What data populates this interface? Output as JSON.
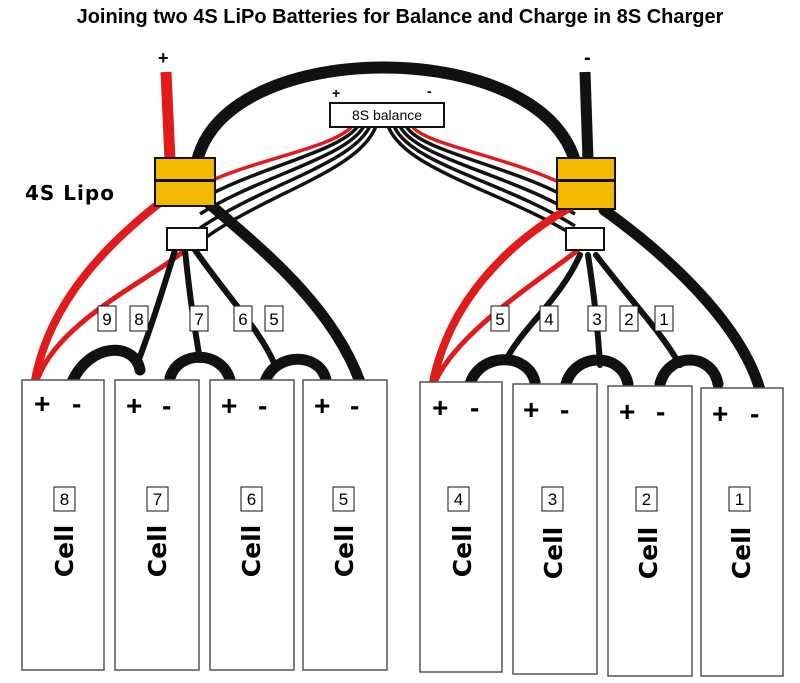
{
  "title": "Joining two 4S LiPo Batteries for Balance and Charge in 8S Charger",
  "battery_label": "4S Lipo",
  "main_plus": "+",
  "main_minus": "-",
  "balance_connector": {
    "label": "8S balance",
    "plus": "+",
    "minus": "-"
  },
  "wire_labels_left": [
    "9",
    "8",
    "7",
    "6",
    "5"
  ],
  "wire_labels_right": [
    "5",
    "4",
    "3",
    "2",
    "1"
  ],
  "cells": [
    {
      "number": "8",
      "word": "Cell",
      "plus": "+",
      "minus": "-"
    },
    {
      "number": "7",
      "word": "Cell",
      "plus": "+",
      "minus": "-"
    },
    {
      "number": "6",
      "word": "Cell",
      "plus": "+",
      "minus": "-"
    },
    {
      "number": "5",
      "word": "Cell",
      "plus": "+",
      "minus": "-"
    },
    {
      "number": "4",
      "word": "Cell",
      "plus": "+",
      "minus": "-"
    },
    {
      "number": "3",
      "word": "Cell",
      "plus": "+",
      "minus": "-"
    },
    {
      "number": "2",
      "word": "Cell",
      "plus": "+",
      "minus": "-"
    },
    {
      "number": "1",
      "word": "Cell",
      "plus": "+",
      "minus": "-"
    }
  ],
  "colors": {
    "positive_wire": "#e01b1b",
    "negative_wire": "#111111",
    "connector": "#f5b800"
  }
}
